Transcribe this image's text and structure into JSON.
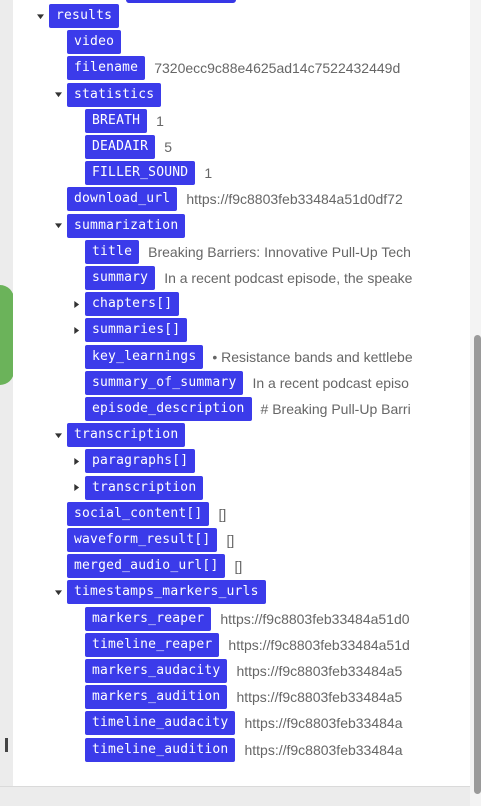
{
  "tree": [
    {
      "key": "results",
      "toggle": "expanded",
      "depth": 0
    },
    {
      "key": "video",
      "toggle": "none",
      "depth": 1
    },
    {
      "key": "filename",
      "value": "7320ecc9c88e4625ad14c7522432449d",
      "toggle": "none",
      "depth": 1
    },
    {
      "key": "statistics",
      "toggle": "expanded",
      "depth": 1
    },
    {
      "key": "BREATH",
      "value": "1",
      "toggle": "none",
      "depth": 2
    },
    {
      "key": "DEADAIR",
      "value": "5",
      "toggle": "none",
      "depth": 2
    },
    {
      "key": "FILLER_SOUND",
      "value": "1",
      "toggle": "none",
      "depth": 2
    },
    {
      "key": "download_url",
      "value": "https://f9c8803feb33484a51d0df72",
      "toggle": "none",
      "depth": 1
    },
    {
      "key": "summarization",
      "toggle": "expanded",
      "depth": 1
    },
    {
      "key": "title",
      "value": "Breaking Barriers: Innovative Pull-Up Tech",
      "toggle": "none",
      "depth": 2
    },
    {
      "key": "summary",
      "value": "In a recent podcast episode, the speake",
      "toggle": "none",
      "depth": 2
    },
    {
      "key": "chapters[]",
      "toggle": "collapsed",
      "depth": 2
    },
    {
      "key": "summaries[]",
      "toggle": "collapsed",
      "depth": 2
    },
    {
      "key": "key_learnings",
      "value": "• Resistance bands and kettlebe",
      "toggle": "none",
      "depth": 2
    },
    {
      "key": "summary_of_summary",
      "value": "In a recent podcast episo",
      "toggle": "none",
      "depth": 2
    },
    {
      "key": "episode_description",
      "value": "# Breaking Pull-Up Barri",
      "toggle": "none",
      "depth": 2
    },
    {
      "key": "transcription",
      "toggle": "expanded",
      "depth": 1
    },
    {
      "key": "paragraphs[]",
      "toggle": "collapsed",
      "depth": 2
    },
    {
      "key": "transcription",
      "toggle": "collapsed",
      "depth": 2
    },
    {
      "key": "social_content[]",
      "value": "[]",
      "toggle": "none",
      "depth": 1
    },
    {
      "key": "waveform_result[]",
      "value": "[]",
      "toggle": "none",
      "depth": 1
    },
    {
      "key": "merged_audio_url[]",
      "value": "[]",
      "toggle": "none",
      "depth": 1
    },
    {
      "key": "timestamps_markers_urls",
      "toggle": "expanded",
      "depth": 1
    },
    {
      "key": "markers_reaper",
      "value": "https://f9c8803feb33484a51d0",
      "toggle": "none",
      "depth": 2
    },
    {
      "key": "timeline_reaper",
      "value": "https://f9c8803feb33484a51d",
      "toggle": "none",
      "depth": 2
    },
    {
      "key": "markers_audacity",
      "value": "https://f9c8803feb33484a5",
      "toggle": "none",
      "depth": 2
    },
    {
      "key": "markers_audition",
      "value": "https://f9c8803feb33484a5",
      "toggle": "none",
      "depth": 2
    },
    {
      "key": "timeline_audacity",
      "value": "https://f9c8803feb33484a",
      "toggle": "none",
      "depth": 2
    },
    {
      "key": "timeline_audition",
      "value": "https://f9c8803feb33484a",
      "toggle": "none",
      "depth": 2
    }
  ],
  "colors": {
    "key_bg": "#3b3bea",
    "key_text": "#ffffff",
    "value_text": "#666666",
    "background": "#ffffff"
  },
  "icons": {
    "expanded": "caret-down-icon",
    "collapsed": "caret-right-icon"
  }
}
